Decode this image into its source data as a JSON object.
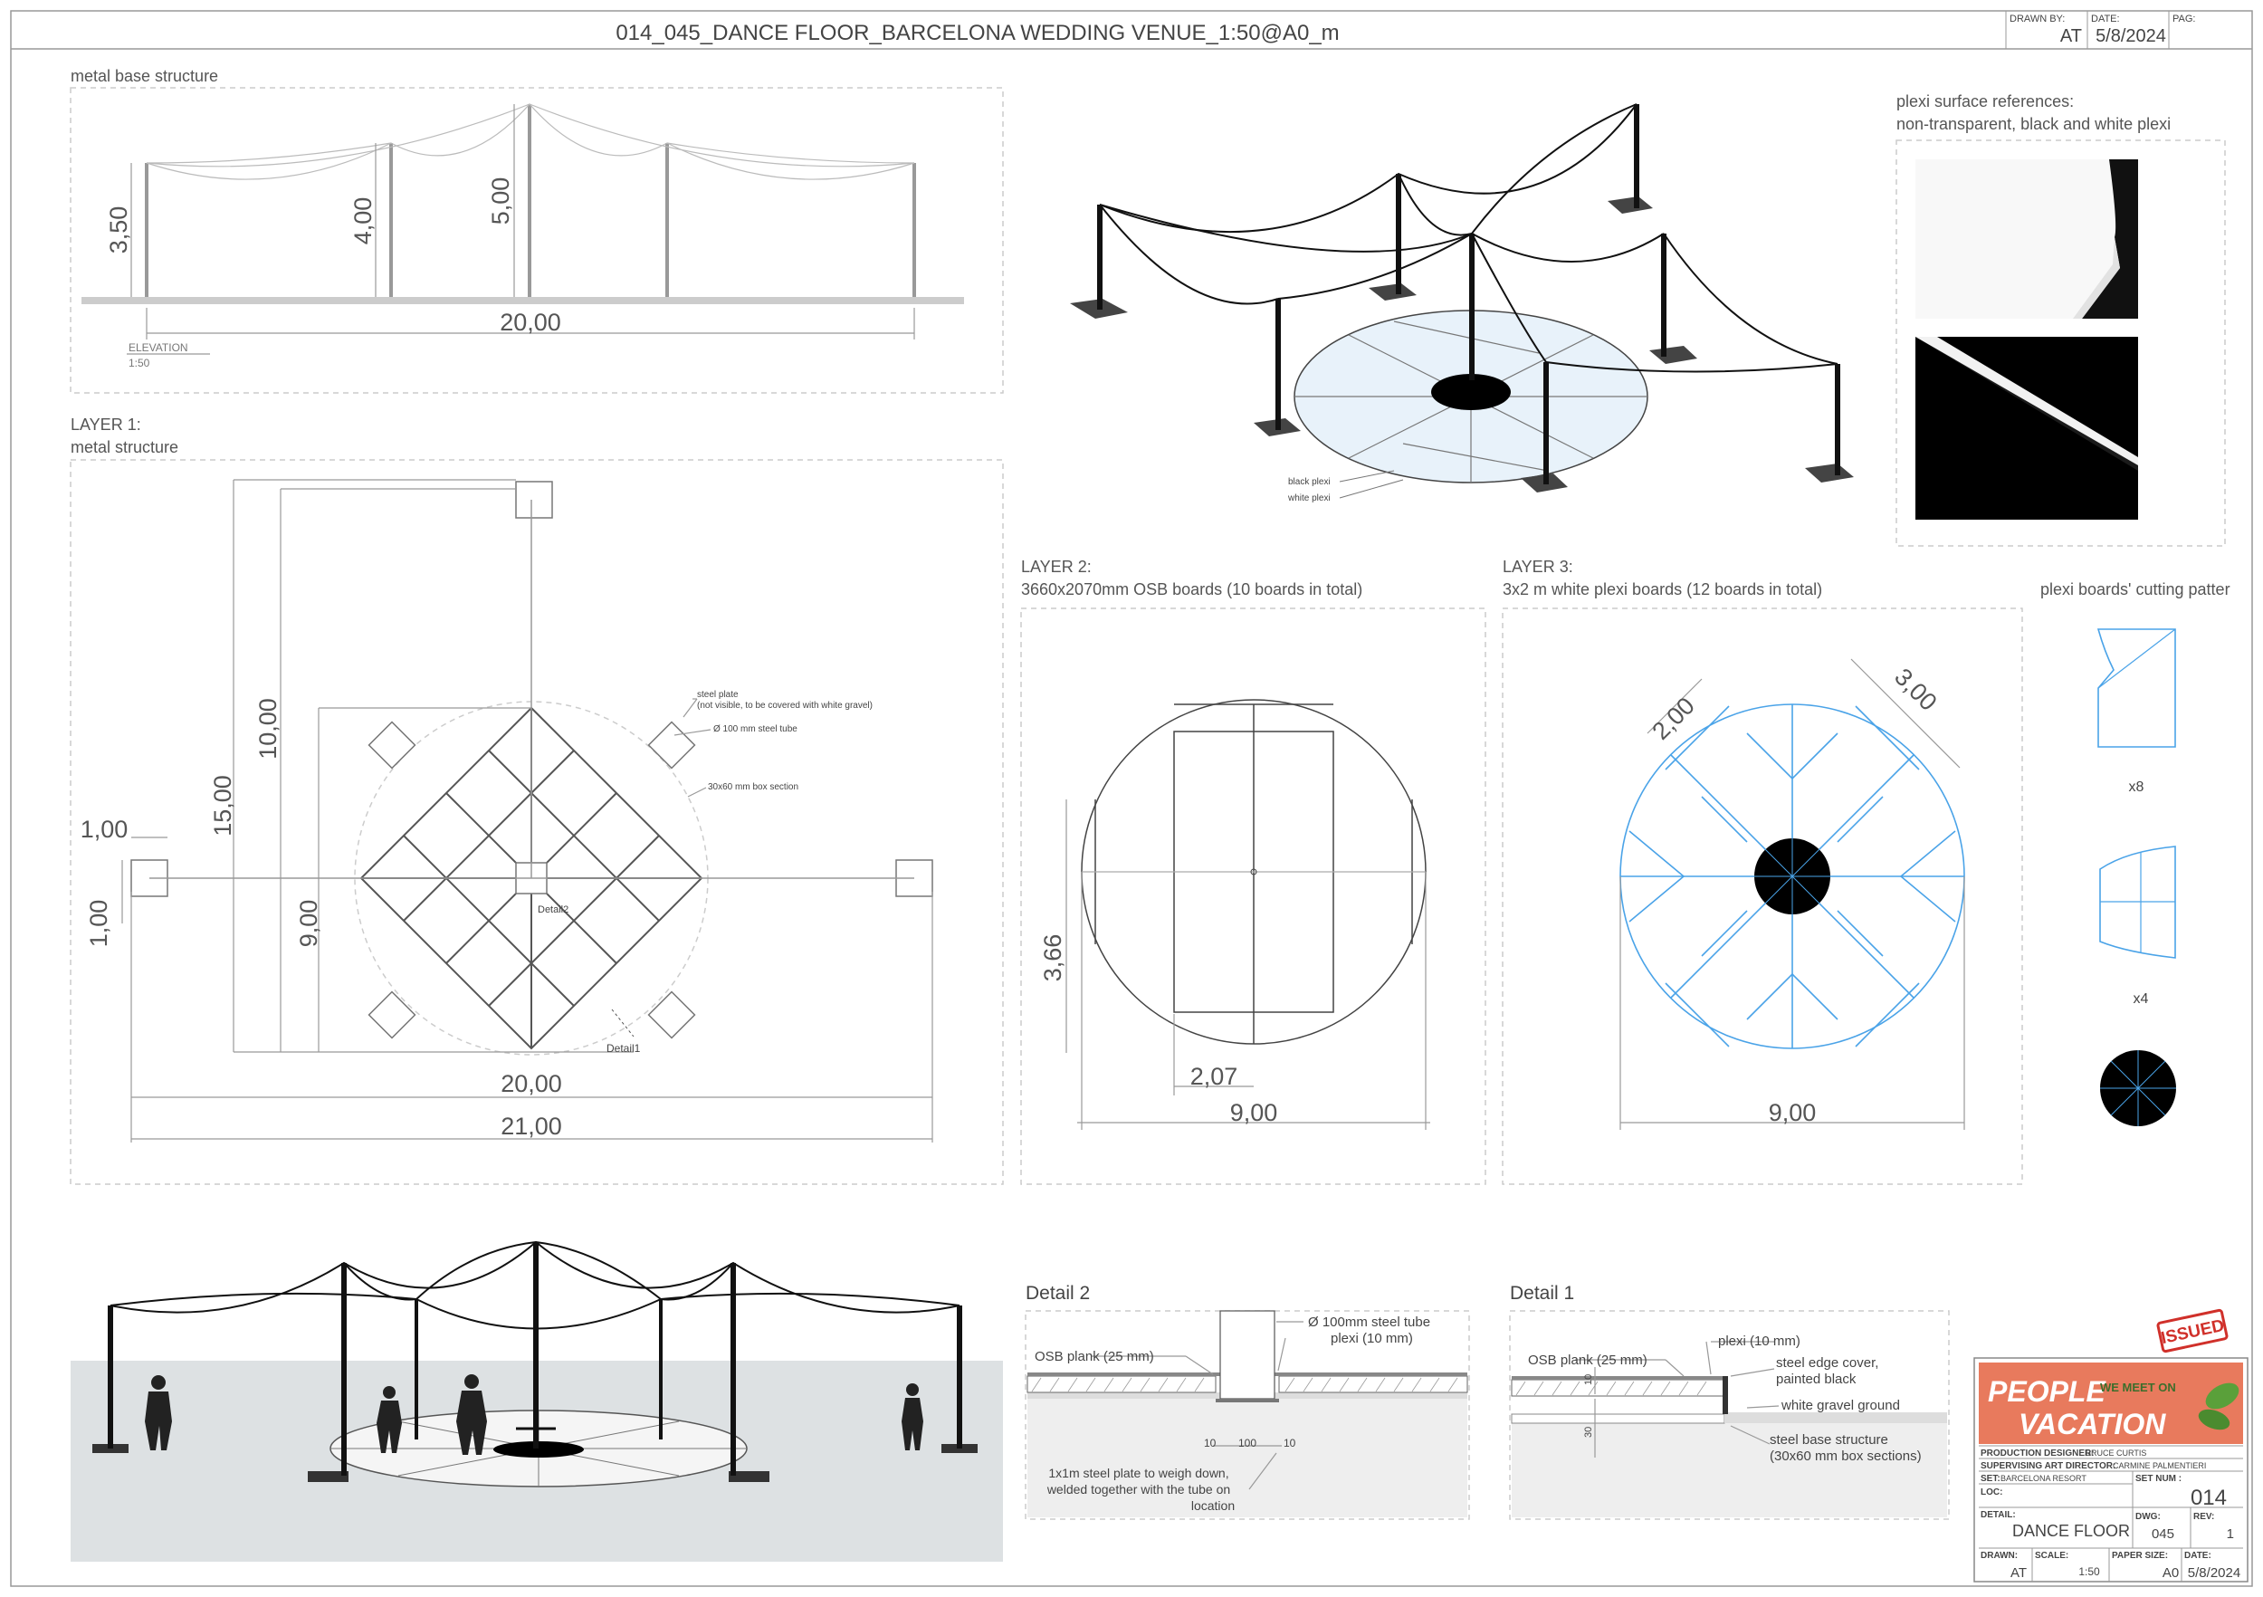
{
  "header": {
    "title": "014_045_DANCE FLOOR_BARCELONA WEDDING VENUE_1:50@A0_m",
    "drawn_by_label": "DRAWN BY:",
    "drawn_by": "AT",
    "date_label": "DATE:",
    "date": "5/8/2024",
    "page_label": "PAG:"
  },
  "elevation": {
    "section_label": "metal base structure",
    "caption": "ELEVATION",
    "scale": "1:50",
    "dims": {
      "h1": "3,50",
      "h2": "4,00",
      "h3": "5,00",
      "width": "20,00"
    }
  },
  "layer1": {
    "title": "LAYER 1:",
    "subtitle": "metal structure",
    "notes": {
      "plate": "steel plate",
      "plate_sub": "(not visible, to be covered with white gravel)",
      "tube": "Ø 100 mm steel tube",
      "box": "30x60 mm box section",
      "detail2": "Detail2",
      "detail1": "Detail1"
    },
    "dims": {
      "d1": "1,00",
      "d2": "1,00",
      "d15": "15,00",
      "d10": "10,00",
      "d9": "9,00",
      "d20": "20,00",
      "d21": "21,00"
    }
  },
  "iso": {
    "black_plexi": "black plexi",
    "white_plexi": "white plexi"
  },
  "plexi_refs": {
    "line1": "plexi surface references:",
    "line2": "non-transparent, black and white plexi"
  },
  "layer2": {
    "title": "LAYER 2:",
    "subtitle": "3660x2070mm OSB boards  (10 boards in total)",
    "dims": {
      "h": "3,66",
      "w": "2,07",
      "d": "9,00"
    }
  },
  "layer3": {
    "title": "LAYER 3:",
    "subtitle": "3x2 m white plexi boards (12 boards in total)",
    "dims": {
      "a": "2,00",
      "b": "3,00",
      "d": "9,00"
    }
  },
  "cutting": {
    "title": "plexi boards' cutting patter",
    "x8": "x8",
    "x4": "x4"
  },
  "detail2": {
    "title": "Detail 2",
    "osb": "OSB plank (25 mm)",
    "tube": "Ø 100mm steel tube",
    "plexi": "plexi (10 mm)",
    "d10a": "10",
    "d100": "100",
    "d10b": "10",
    "plate1": "1x1m steel plate to weigh down,",
    "plate2": "welded together with the tube on",
    "plate3": "location"
  },
  "detail1": {
    "title": "Detail 1",
    "osb": "OSB plank (25 mm)",
    "plexi": "plexi (10 mm)",
    "edge1": "steel edge cover,",
    "edge2": "painted black",
    "gravel": "white gravel ground",
    "base1": "steel base structure",
    "base2": "(30x60 mm box sections)",
    "d30": "30",
    "d10": "10"
  },
  "stamp": "ISSUED",
  "logo": {
    "line1": "PEOPLE",
    "line2": "VACATION",
    "line3": "WE MEET ON"
  },
  "titleblock": {
    "production_designer_label": "PRODUCTION DESIGNER:",
    "production_designer": "BRUCE CURTIS",
    "sad_label": "SUPERVISING ART DIRECTOR:",
    "sad": "CARMINE PALMENTIERI",
    "set_label": "SET:",
    "set": "BARCELONA RESORT",
    "set_num_label": "SET NUM :",
    "set_num": "014",
    "loc_label": "LOC:",
    "detail_label": "DETAIL:",
    "detail": "DANCE FLOOR",
    "dwg_label": "DWG:",
    "dwg": "045",
    "rev_label": "REV:",
    "rev": "1",
    "drawn_label": "DRAWN:",
    "drawn": "AT",
    "scale_label": "SCALE:",
    "scale": "1:50",
    "paper_label": "PAPER SIZE:",
    "paper": "A0",
    "date_label": "DATE:",
    "date": "5/8/2024"
  }
}
